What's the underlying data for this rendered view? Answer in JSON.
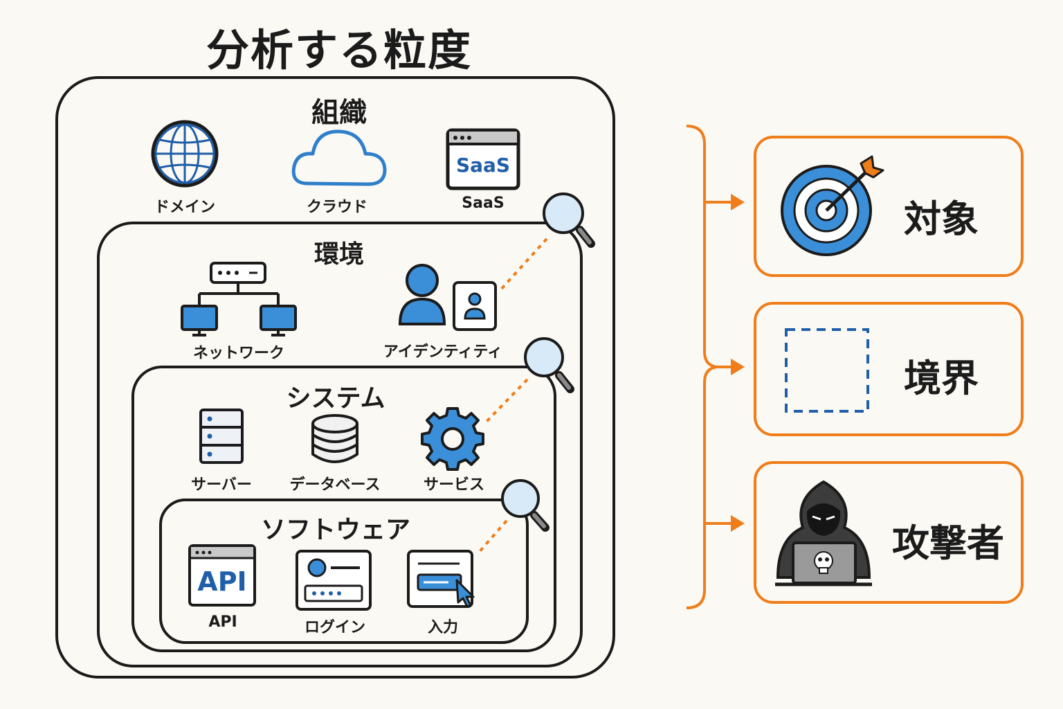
{
  "title": "分析する粒度",
  "layers": {
    "organization": {
      "label": "組織",
      "items": [
        "ドメイン",
        "クラウド",
        "SaaS"
      ],
      "saas_badge": "SaaS"
    },
    "environment": {
      "label": "環境",
      "items": [
        "ネットワーク",
        "アイデンティティ"
      ]
    },
    "system": {
      "label": "システム",
      "items": [
        "サーバー",
        "データベース",
        "サービス"
      ]
    },
    "software": {
      "label": "ソフトウェア",
      "items": [
        "API",
        "ログイン",
        "入力"
      ],
      "api_badge": "API"
    }
  },
  "right_boxes": [
    {
      "label": "対象",
      "icon": "target-icon"
    },
    {
      "label": "境界",
      "icon": "dashed-square-icon"
    },
    {
      "label": "攻撃者",
      "icon": "hacker-icon"
    }
  ],
  "colors": {
    "accent_orange": "#ef7d1a",
    "accent_blue": "#2f7fcb",
    "dark_blue": "#1f5ea8",
    "line": "#1b1b1b"
  }
}
